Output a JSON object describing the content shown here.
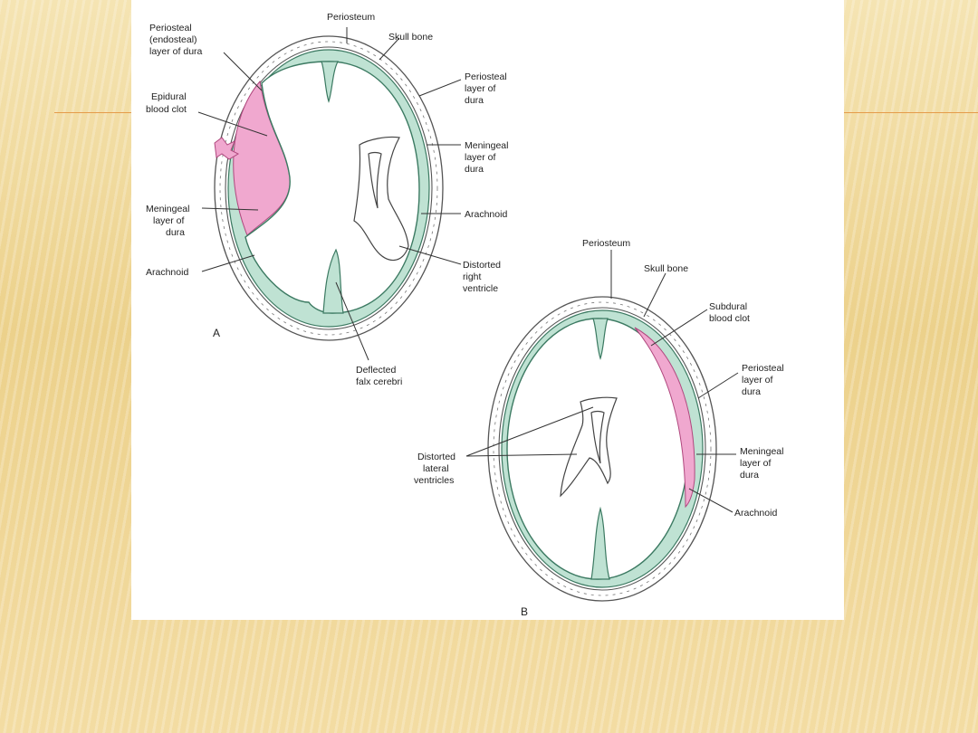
{
  "figure_a": {
    "panel_label": "A",
    "labels": {
      "periosteum": "Periosteum",
      "skull_bone": "Skull bone",
      "periosteal_endosteal_1": "Periosteal",
      "periosteal_endosteal_2": "(endosteal)",
      "periosteal_endosteal_3": "layer of dura",
      "epidural_1": "Epidural",
      "epidural_2": "blood clot",
      "periosteal_layer_1": "Periosteal",
      "periosteal_layer_2": "layer of",
      "periosteal_layer_3": "dura",
      "meningeal_right_1": "Meningeal",
      "meningeal_right_2": "layer of",
      "meningeal_right_3": "dura",
      "arachnoid_right": "Arachnoid",
      "meningeal_left_1": "Meningeal",
      "meningeal_left_2": "layer of",
      "meningeal_left_3": "dura",
      "arachnoid_left": "Arachnoid",
      "distorted_1": "Distorted",
      "distorted_2": "right",
      "distorted_3": "ventricle",
      "falx_1": "Deflected",
      "falx_2": "falx cerebri"
    }
  },
  "figure_b": {
    "panel_label": "B",
    "labels": {
      "periosteum": "Periosteum",
      "skull_bone": "Skull bone",
      "subdural_1": "Subdural",
      "subdural_2": "blood clot",
      "periosteal_1": "Periosteal",
      "periosteal_2": "layer of",
      "periosteal_3": "dura",
      "meningeal_1": "Meningeal",
      "meningeal_2": "layer of",
      "meningeal_3": "dura",
      "arachnoid": "Arachnoid",
      "ventricles_1": "Distorted",
      "ventricles_2": "lateral",
      "ventricles_3": "ventricles"
    }
  },
  "colors": {
    "dura": "#bfe2d3",
    "clot": "#f0a8cf",
    "accent_line": "#e59b4a"
  }
}
